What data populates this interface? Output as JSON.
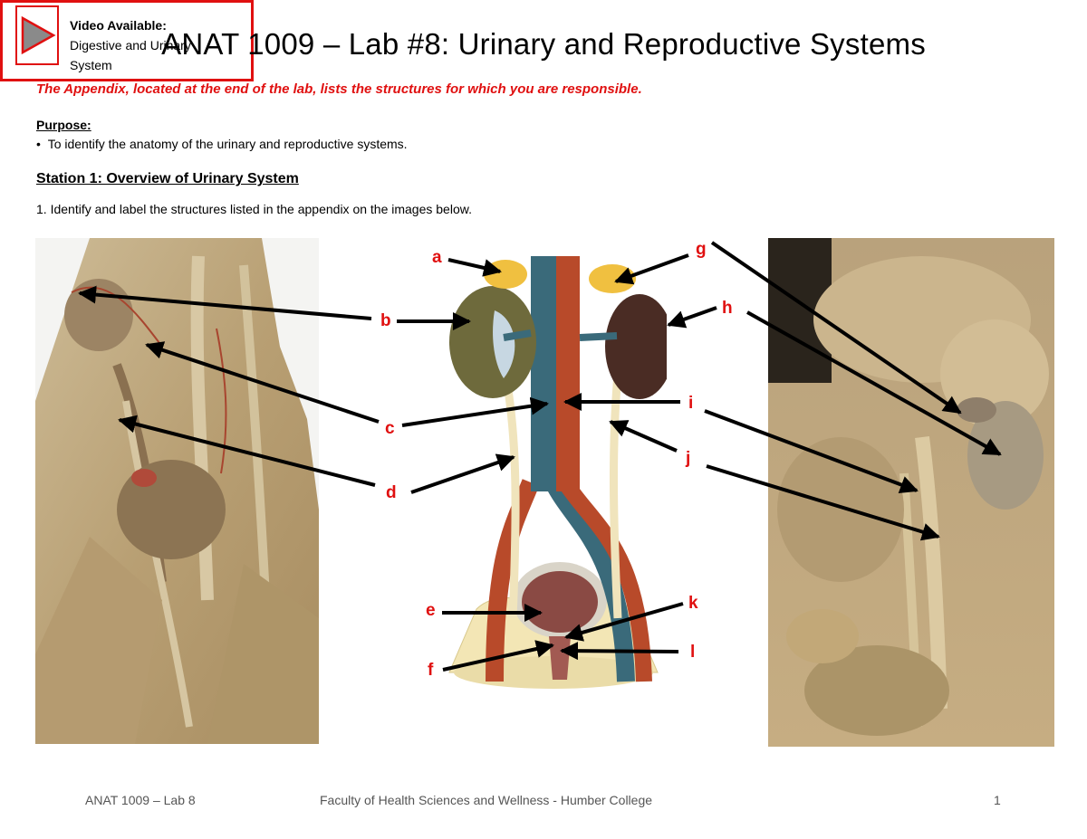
{
  "page": {
    "title": "ANAT 1009 – Lab #8: Urinary and Reproductive Systems",
    "notice": "The Appendix, located at the end of the lab, lists the structures for which you are responsible.",
    "purpose_heading": "Purpose:",
    "purpose_items": [
      "To identify the anatomy of the urinary and reproductive systems."
    ],
    "station_heading": "Station 1: Overview of Urinary System",
    "instruction": "1.  Identify and label the structures listed in the appendix on the images below."
  },
  "video": {
    "title": "Video Available:",
    "line1": "Digestive and Urinary",
    "line2": "System",
    "icon": "play-icon",
    "accent": "#e01010"
  },
  "labels": [
    "a",
    "b",
    "c",
    "d",
    "e",
    "f",
    "g",
    "h",
    "i",
    "j",
    "k",
    "l"
  ],
  "footer": {
    "left": "ANAT 1009 – Lab 8",
    "center": "Faculty of Health Sciences and Wellness - Humber College",
    "page_number": "1"
  },
  "colors": {
    "label_red": "#e01010",
    "model_kidney_cortex": "#6e6a3c",
    "model_vein": "#3a6a7a",
    "model_artery": "#b84a2a",
    "model_adrenal": "#f0c040"
  }
}
